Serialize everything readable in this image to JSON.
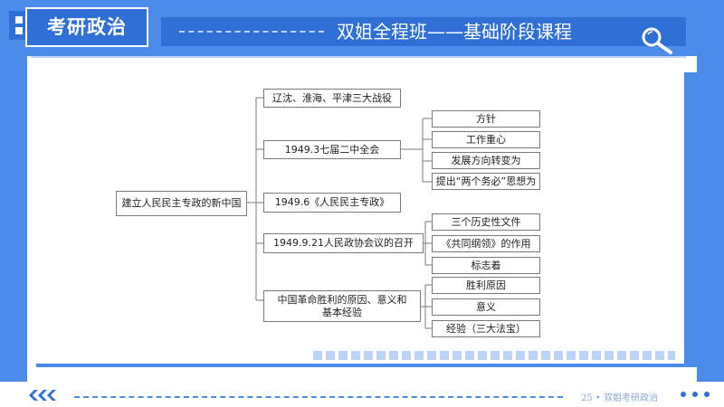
{
  "header": {
    "brand": "考研政治",
    "title": "双姐全程班——基础阶段课程"
  },
  "mindmap": {
    "root": "建立人民民主专政的新中国",
    "branches": [
      {
        "label": "辽沈、淮海、平津三大战役",
        "children": []
      },
      {
        "label": "1949.3七届二中全会",
        "children": [
          "方针",
          "工作重心",
          "发展方向转变为",
          "提出“两个务必”思想为"
        ]
      },
      {
        "label": "1949.6《人民民主专政》",
        "children": []
      },
      {
        "label": "1949.9.21人民政协会议的召开",
        "children": [
          "三个历史性文件",
          "《共同纲领》的作用",
          "标志着"
        ]
      },
      {
        "label": "中国革命胜利的原因、意义和基本经验",
        "children": [
          "胜利原因",
          "意义",
          "经验（三大法宝）"
        ]
      }
    ]
  },
  "footer": {
    "page": "25 • 双姐考研政治"
  },
  "colors": {
    "primary": "#2f6fd6",
    "secondary": "#4b8bea",
    "light": "#bcd2f7"
  }
}
